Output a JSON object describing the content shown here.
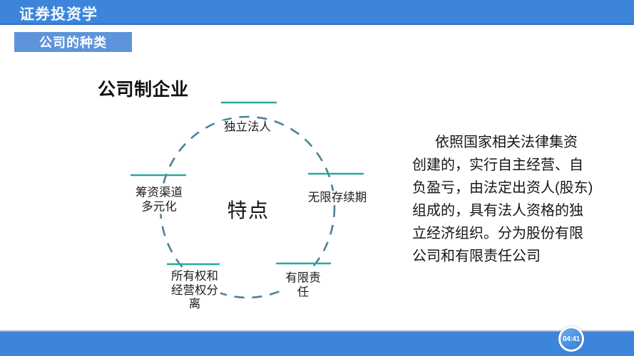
{
  "header": {
    "title": "证券投资学"
  },
  "section_badge": {
    "label": "公司的种类"
  },
  "slide": {
    "title": "公司制企业",
    "diagram": {
      "center_label": "特点",
      "nodes": {
        "top": {
          "label": "独立法人",
          "lines": [
            "独立法人"
          ]
        },
        "right": {
          "label": "无限存续期",
          "lines": [
            "无限存续期"
          ]
        },
        "left": {
          "label": "筹资渠道多元化",
          "lines": [
            "筹资渠道",
            "多元化"
          ]
        },
        "bottom_left": {
          "label": "所有权和经营权分离",
          "lines": [
            "所有权和",
            "经营权分",
            "离"
          ]
        },
        "bottom_right": {
          "label": "有限责任",
          "lines": [
            "有限责",
            "任"
          ]
        }
      }
    },
    "description": {
      "full_text": "依照国家相关法律集资创建的，实行自主经营、自负盈亏，由法定出资人(股东)组成的，具有法人资格的独立经济组织。分为股份有限公司和有限责任公司",
      "lines": [
        "依照国家相关法律集资",
        "创建的，实行自主经营、自",
        "负盈亏，由法定出资人(股东)",
        "组成的，具有法人资格的独",
        "立经济组织。分为股份有限",
        "公司和有限责任公司"
      ]
    }
  },
  "player": {
    "timestamp": "04:41"
  },
  "colors": {
    "header_blue": "#3d84db",
    "badge_blue": "#5d94da",
    "footer_blue": "#3d84db",
    "accent_teal": "#2aa89f",
    "dashed_circle_teal": "#4d8196",
    "timer_blue": "#4a92e0",
    "text_black": "#1a1a1a"
  }
}
